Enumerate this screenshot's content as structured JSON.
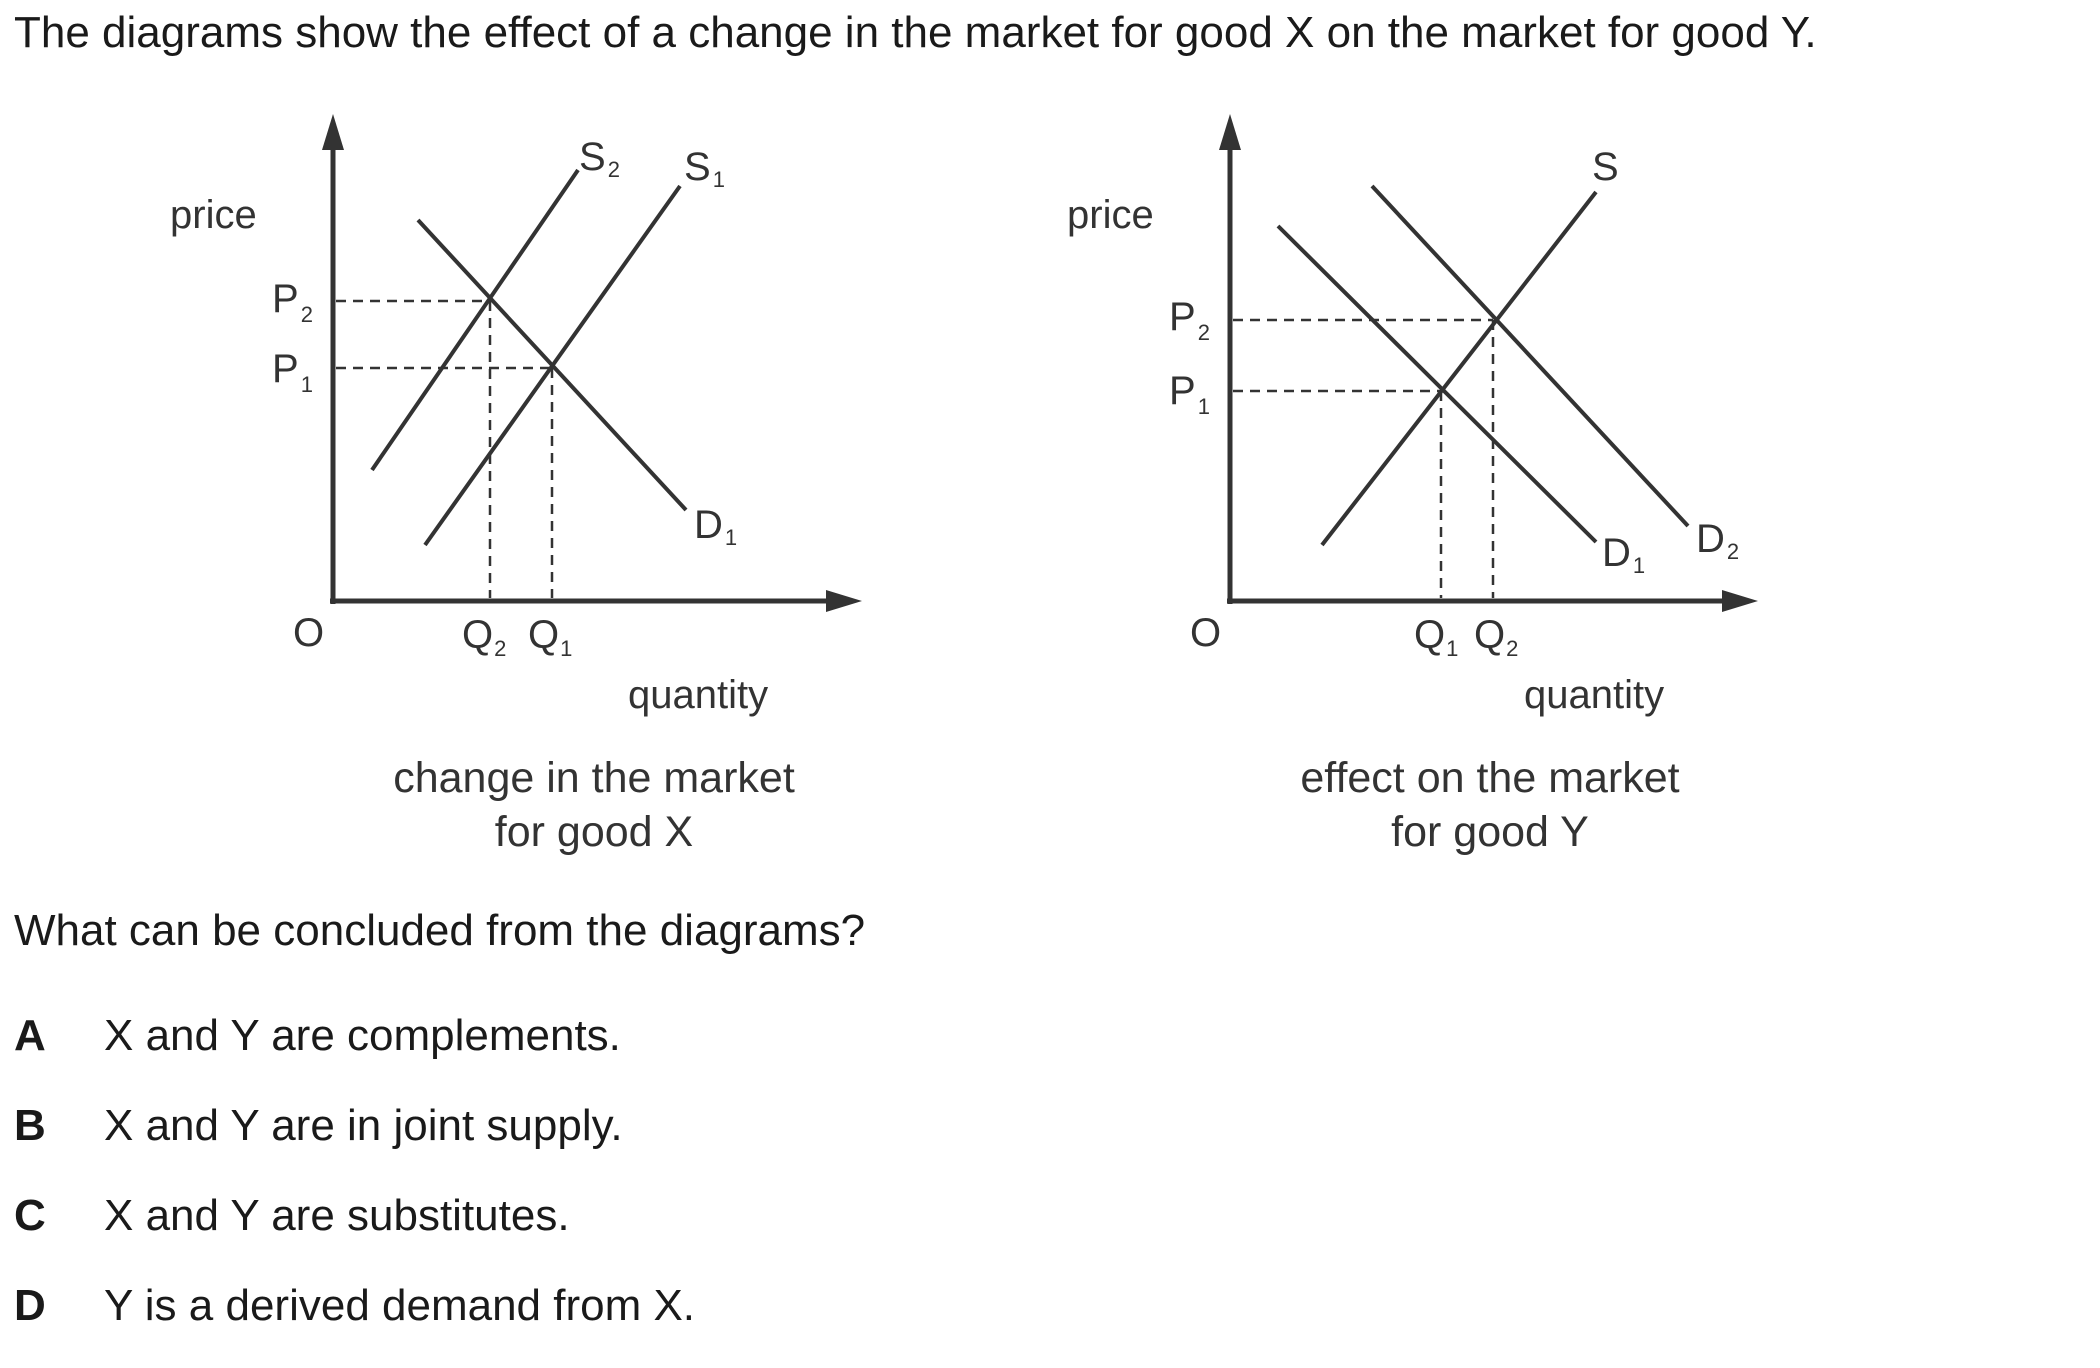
{
  "intro_text": "The diagrams show the effect of a change in the market for good X on the market for good Y.",
  "diagrams": [
    {
      "id": "x",
      "y_axis_label": "price",
      "x_axis_label": "quantity",
      "origin_label": "O",
      "caption_line1": "change in the market",
      "caption_line2": "for good X",
      "supply_labels": [
        {
          "main": "S",
          "sub": "2"
        },
        {
          "main": "S",
          "sub": "1"
        }
      ],
      "demand_labels": [
        {
          "main": "D",
          "sub": "1"
        }
      ],
      "price_labels": [
        {
          "main": "P",
          "sub": "2"
        },
        {
          "main": "P",
          "sub": "1"
        }
      ],
      "quantity_labels": [
        {
          "main": "Q",
          "sub": "2"
        },
        {
          "main": "Q",
          "sub": "1"
        }
      ]
    },
    {
      "id": "y",
      "y_axis_label": "price",
      "x_axis_label": "quantity",
      "origin_label": "O",
      "caption_line1": "effect on the market",
      "caption_line2": "for good Y",
      "supply_labels": [
        {
          "main": "S",
          "sub": ""
        }
      ],
      "demand_labels": [
        {
          "main": "D",
          "sub": "1"
        },
        {
          "main": "D",
          "sub": "2"
        }
      ],
      "price_labels": [
        {
          "main": "P",
          "sub": "2"
        },
        {
          "main": "P",
          "sub": "1"
        }
      ],
      "quantity_labels": [
        {
          "main": "Q",
          "sub": "1"
        },
        {
          "main": "Q",
          "sub": "2"
        }
      ]
    }
  ],
  "question": "What can be concluded from the diagrams?",
  "options": [
    {
      "key": "A",
      "text": "X and Y are complements."
    },
    {
      "key": "B",
      "text": "X and Y are in joint supply."
    },
    {
      "key": "C",
      "text": "X and Y are substitutes."
    },
    {
      "key": "D",
      "text": "Y is a derived demand from X."
    }
  ]
}
